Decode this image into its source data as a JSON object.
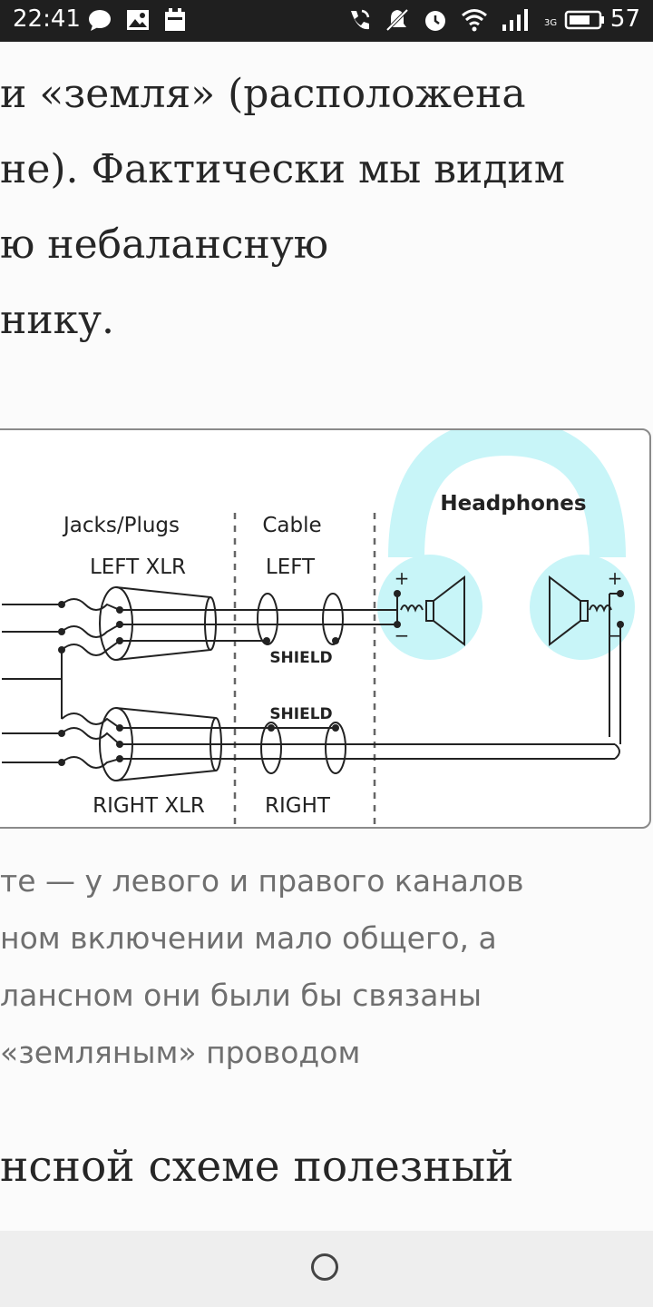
{
  "status_bar": {
    "time": "22:41",
    "network_type": "3G",
    "battery": "57",
    "left_icons": [
      "chat-bubble-icon",
      "image-icon",
      "calendar-icon"
    ],
    "right_icons": [
      "phone-signal-icon",
      "mute-icon",
      "alarm-icon",
      "wifi-icon",
      "signal-bars-icon",
      "battery-icon"
    ]
  },
  "article": {
    "lines": [
      "и «земля» (расположена",
      "не). Фактически мы видим",
      "ю небалансную",
      "нику."
    ]
  },
  "diagram": {
    "jacks_label": "Jacks/Plugs",
    "cable_label": "Cable",
    "headphones_label": "Headphones",
    "left_xlr": "LEFT XLR",
    "left_cable": "LEFT",
    "shield_top": "SHIELD",
    "shield_bottom": "SHIELD",
    "right_xlr": "RIGHT XLR",
    "right_cable": "RIGHT",
    "plus_left": "+",
    "minus_left": "−",
    "plus_right": "+",
    "minus_right": "−",
    "highlight_color": "#c8f5f8"
  },
  "caption": {
    "lines": [
      "те — у левого и правого каналов",
      "ном включении мало общего, а",
      "лансном они были бы связаны",
      "«земляным» проводом"
    ]
  },
  "heading": "нсной схеме полезный",
  "nav": {
    "home_icon": "home-circle-icon"
  }
}
